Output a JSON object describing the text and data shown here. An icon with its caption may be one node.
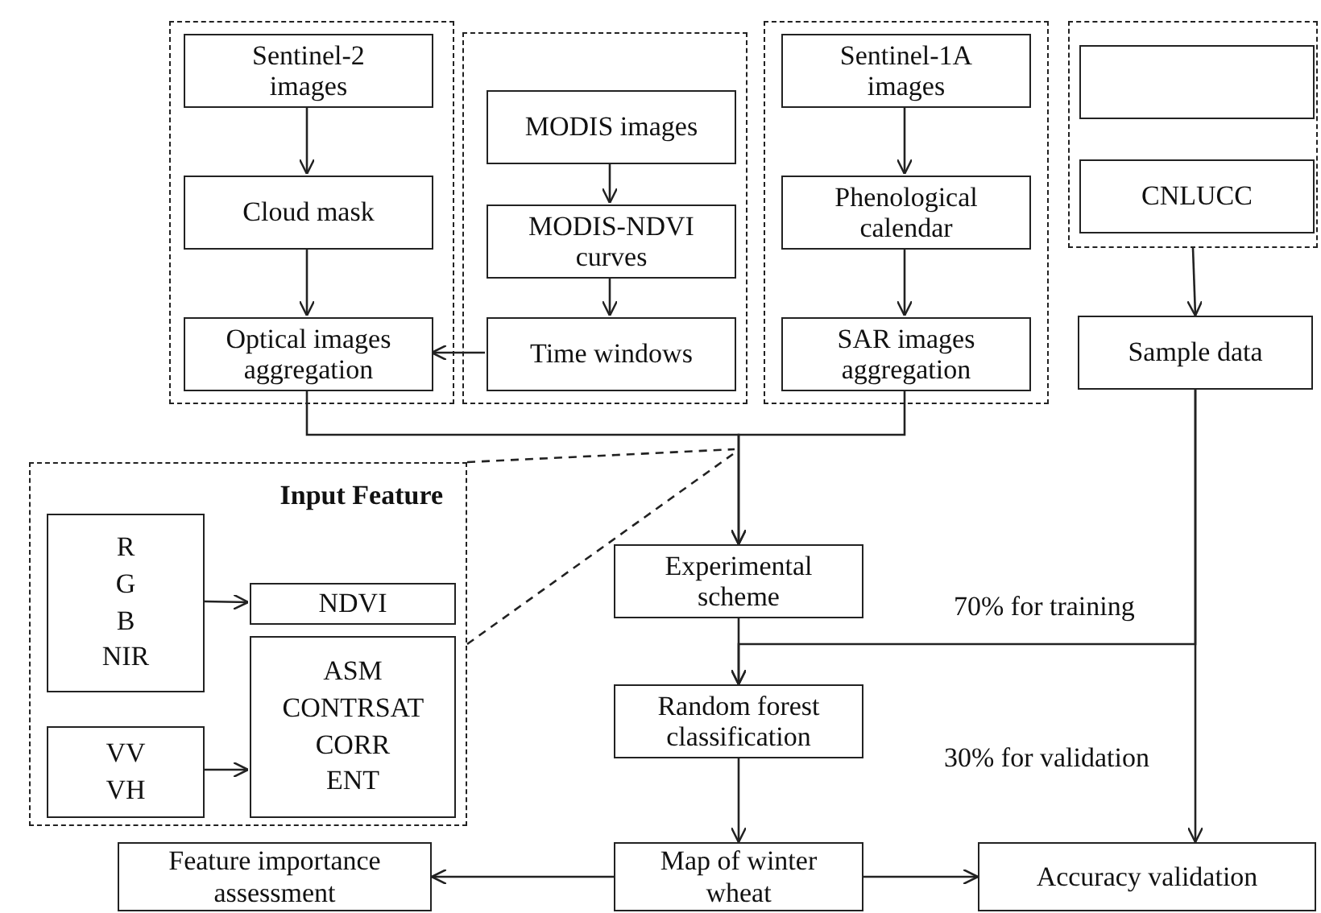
{
  "diagram": {
    "nodes": [
      {
        "text": [],
        "shape": "box"
      },
      {
        "text": [
          "Sentinel-2 images"
        ],
        "in": 0
      },
      {
        "text": [
          "Cloud mask"
        ],
        "in": 0
      },
      {
        "text": [
          "Optical images aggregation"
        ],
        "in": 0
      },
      {
        "text": [],
        "shape": "box"
      },
      {
        "text": [
          "MODIS images"
        ],
        "in": 4
      },
      {
        "text": [
          "MODIS-NDVI curves"
        ],
        "in": 4
      },
      {
        "text": [
          "Time windows"
        ],
        "in": 4
      },
      {
        "text": [],
        "shape": "box"
      },
      {
        "text": [
          "Sentinel-1A images"
        ],
        "in": 8
      },
      {
        "text": [
          "Phenological calendar"
        ],
        "in": 8
      },
      {
        "text": [
          "SAR images aggregation"
        ],
        "in": 8
      },
      {
        "text": [],
        "shape": "box"
      },
      {
        "text": [],
        "shape": "box",
        "in": 12
      },
      {
        "text": [
          "CNLUCC"
        ],
        "in": 12
      },
      {
        "text": [
          "Sample data"
        ]
      },
      {
        "text": [
          "Input Feature"
        ]
      },
      {
        "text": [
          "R G B NIR"
        ],
        "in": 16
      },
      {
        "text": [
          "NDVI"
        ],
        "in": 16
      },
      {
        "text": [
          "VV VH"
        ],
        "in": 16
      },
      {
        "text": [
          "ASM CONTRSAT CORR ENT"
        ],
        "in": 16
      },
      {
        "text": [
          "Experimental scheme"
        ]
      },
      {
        "text": [
          "Random forest classification"
        ]
      },
      {
        "text": [
          "Map of winter wheat"
        ]
      },
      {
        "text": [
          "Feature importance assessment"
        ]
      },
      {
        "text": [
          "Accuracy validation"
        ]
      }
    ],
    "edges": [
      {
        "from": 1,
        "to": 2,
        "arrow": "to"
      },
      {
        "from": 2,
        "to": 3,
        "arrow": "to"
      },
      {
        "from": 5,
        "to": 6,
        "arrow": "to"
      },
      {
        "from": 6,
        "to": 7,
        "arrow": "to"
      },
      {
        "from": 7,
        "to": 3,
        "arrow": "to"
      },
      {
        "from": 9,
        "to": 10,
        "arrow": "to"
      },
      {
        "from": 10,
        "to": 11,
        "arrow": "to"
      },
      {
        "from": 12,
        "to": 15,
        "arrow": "to"
      },
      {
        "from": 3,
        "to": 21,
        "arrow": "to"
      },
      {
        "from": 11,
        "to": 21,
        "arrow": "to"
      },
      {
        "from": 15,
        "to": 22,
        "arrow": "to",
        "label": "70% for training"
      },
      {
        "from": 15,
        "to": 25,
        "arrow": "to",
        "label": "30% for validation"
      },
      {
        "from": 21,
        "to": 22,
        "arrow": "to"
      },
      {
        "from": 22,
        "to": 23,
        "arrow": "to"
      },
      {
        "from": 23,
        "to": 24,
        "arrow": "to"
      },
      {
        "from": 23,
        "to": 25,
        "arrow": "to"
      },
      {
        "from": 17,
        "to": 18,
        "arrow": "to"
      },
      {
        "from": 19,
        "to": 20,
        "arrow": "to"
      },
      {
        "from": 16,
        "to": null,
        "arrow": "none",
        "style": "dashed"
      },
      {
        "from": 16,
        "to": null,
        "arrow": "none",
        "style": "dashed"
      }
    ]
  }
}
